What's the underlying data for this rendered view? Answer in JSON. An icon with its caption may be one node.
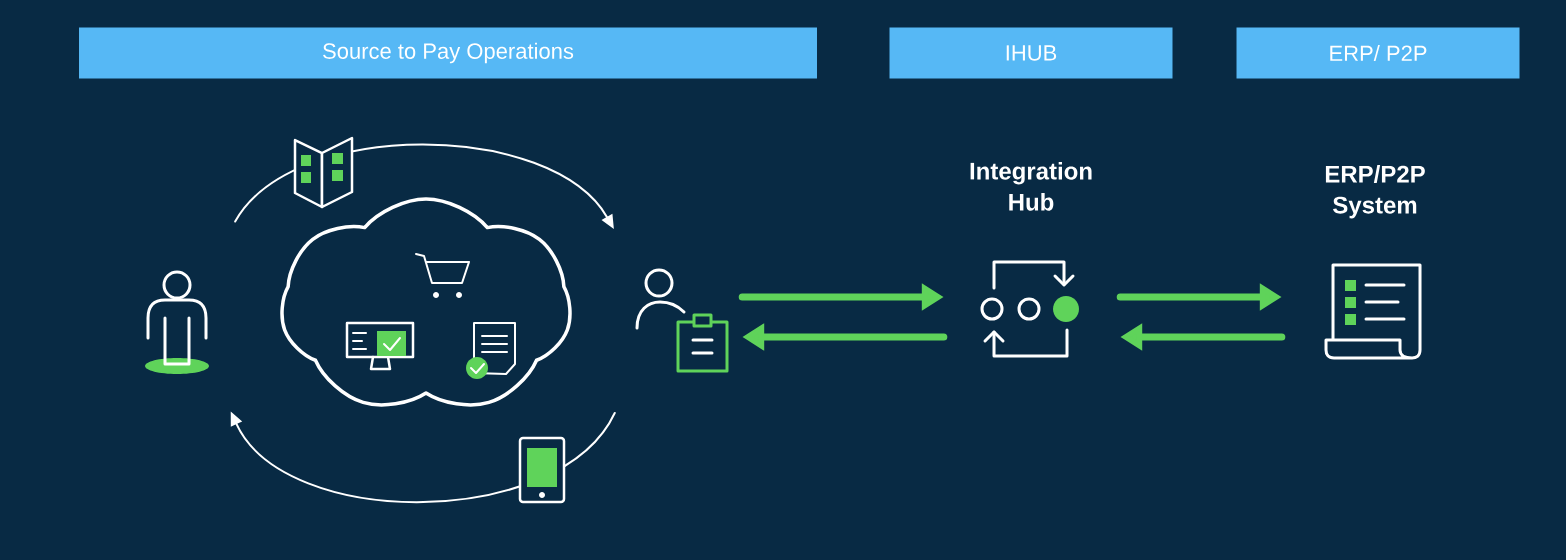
{
  "diagram": {
    "nodes": [
      {
        "text": [
          "Source to Pay Operations"
        ]
      },
      {
        "text": [
          "IHUB"
        ]
      },
      {
        "text": [
          "ERP/ P2P"
        ]
      },
      {
        "text": [],
        "shape": "person"
      },
      {
        "text": [],
        "shape": "cloud"
      },
      {
        "text": [],
        "shape": "person"
      },
      {
        "text": [
          "Integration Hub"
        ]
      },
      {
        "text": [
          "ERP/P2P System"
        ]
      }
    ],
    "edges": [
      {
        "from": 3,
        "to": 5,
        "arrow": "to",
        "color": "#ffffff"
      },
      {
        "from": 5,
        "to": 3,
        "arrow": "to",
        "color": "#ffffff"
      },
      {
        "from": 5,
        "to": 6,
        "arrow": "to",
        "color": "#5fd35a"
      },
      {
        "from": 6,
        "to": 5,
        "arrow": "to",
        "color": "#5fd35a"
      },
      {
        "from": 6,
        "to": 7,
        "arrow": "to",
        "color": "#5fd35a"
      },
      {
        "from": 7,
        "to": 6,
        "arrow": "to",
        "color": "#5fd35a"
      }
    ]
  }
}
